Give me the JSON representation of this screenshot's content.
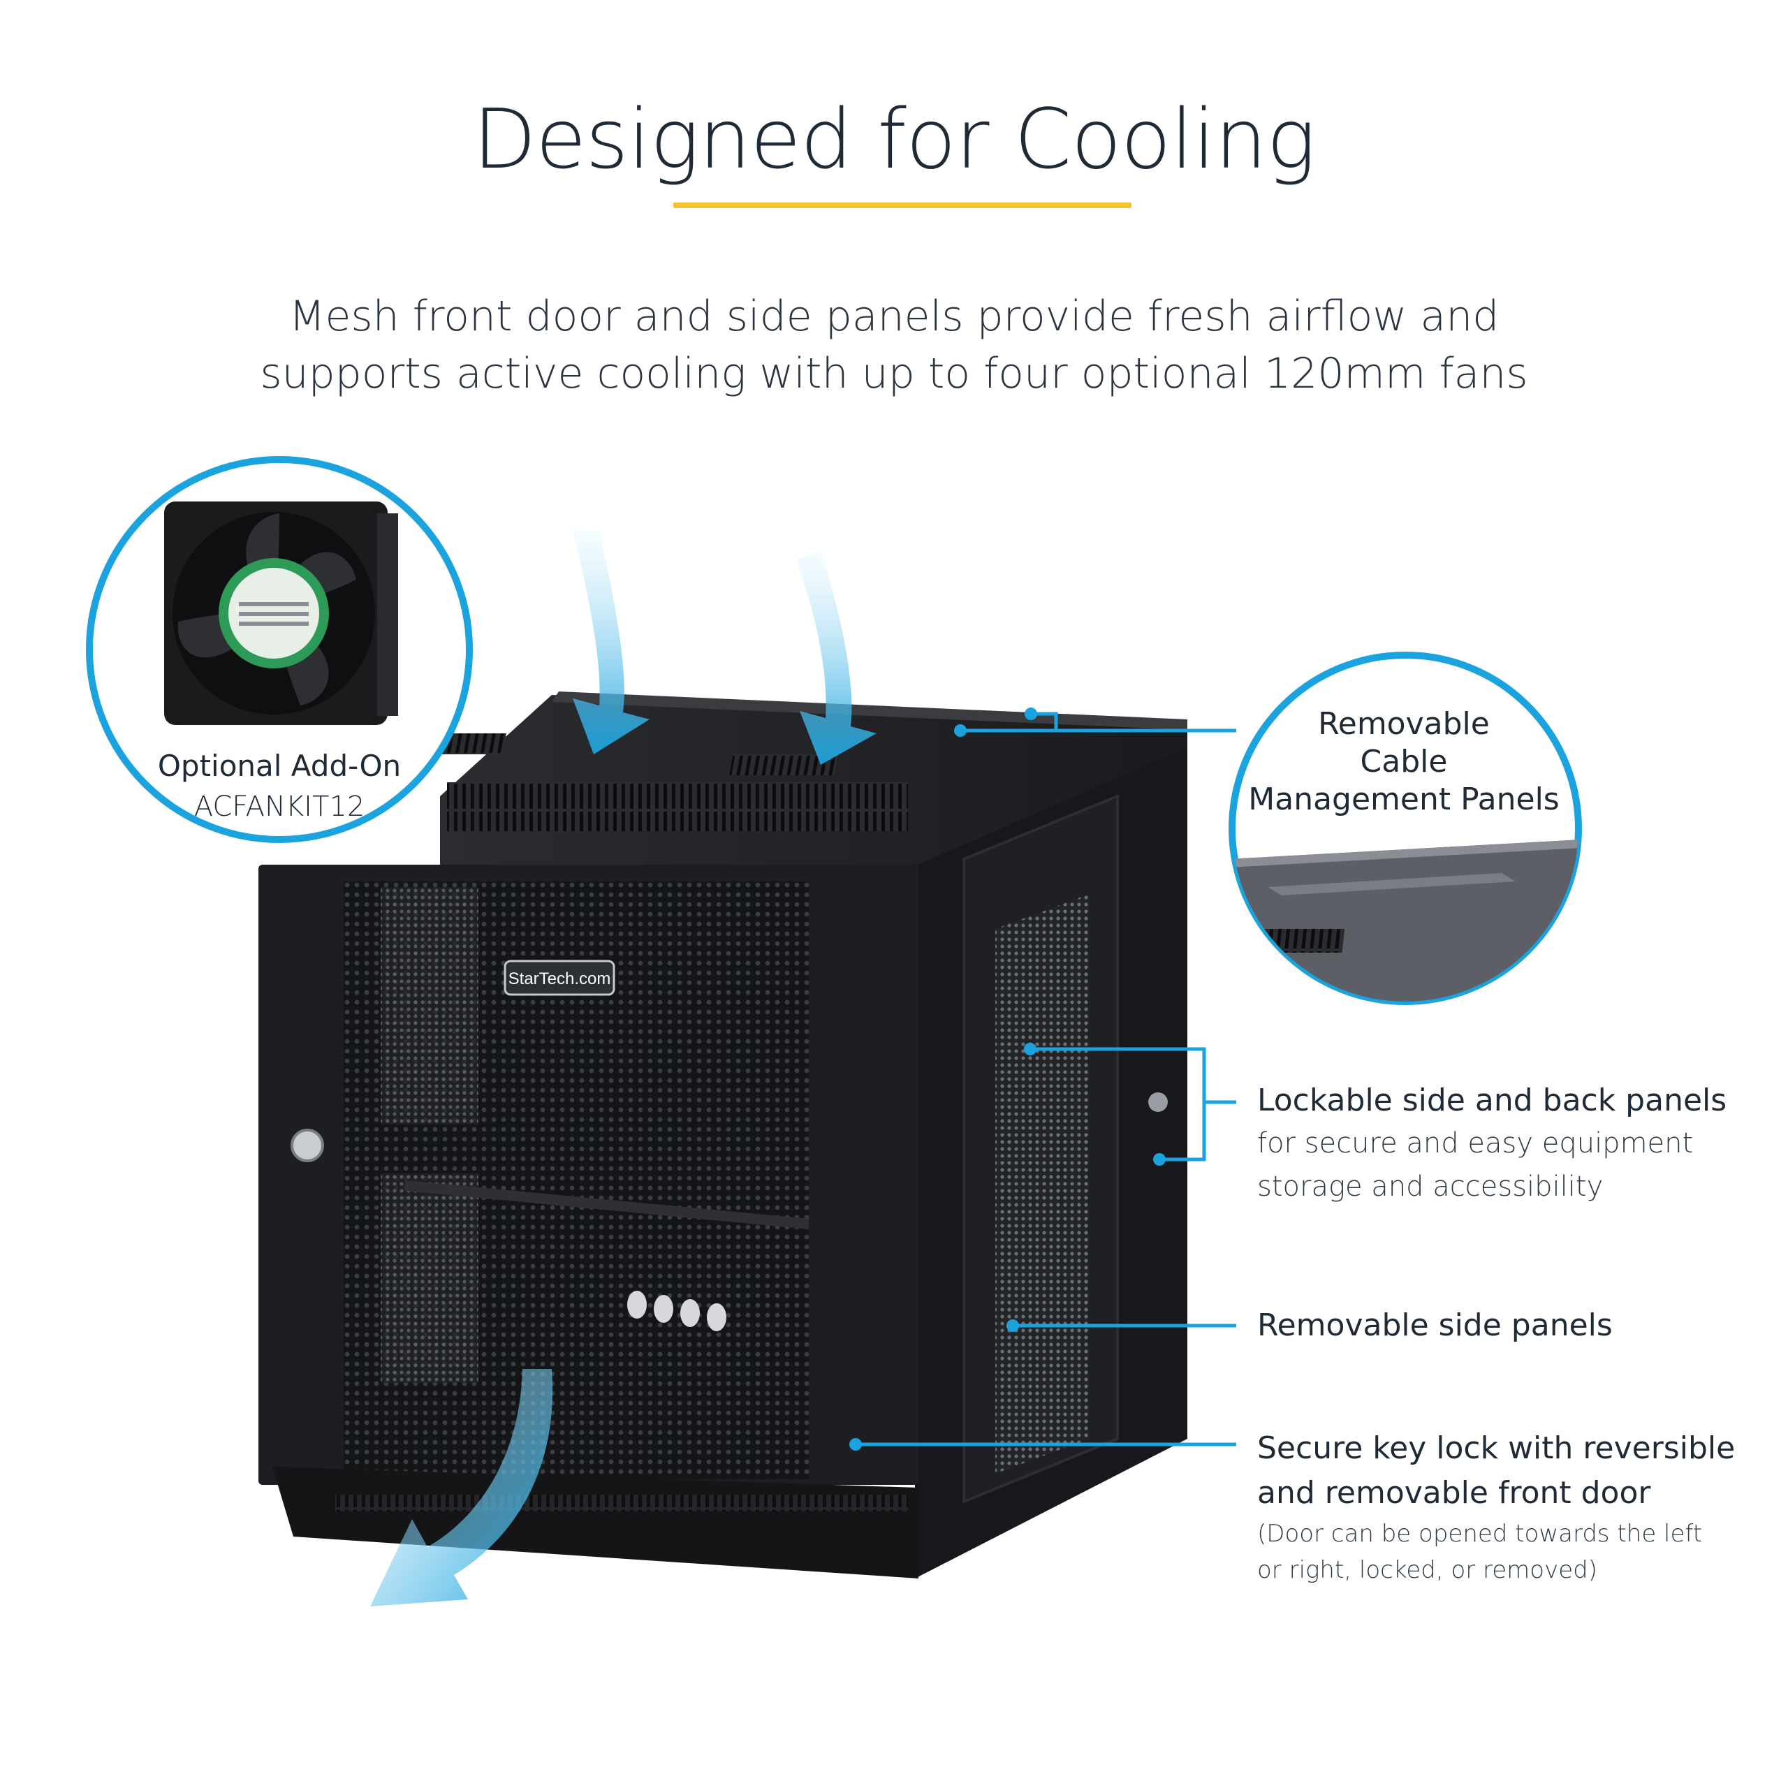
{
  "heading": {
    "title": "Designed for Cooling",
    "subtitle_line1": "Mesh front door and side panels provide fresh airflow and",
    "subtitle_line2": "supports active cooling with up to four optional 120mm fans"
  },
  "fan_inset": {
    "label": "Optional Add-On",
    "code": "ACFANKIT12"
  },
  "callouts": {
    "cable_panels": [
      "Removable",
      "Cable",
      "Management Panels"
    ],
    "lockable_title": "Lockable side and back panels",
    "lockable_line1": "for secure and easy equipment",
    "lockable_line2": "storage and accessibility",
    "removable_side": "Removable side panels",
    "secure_line1": "Secure key lock with reversible",
    "secure_line2": "and removable front door",
    "secure_note1": "(Door can be opened towards the left",
    "secure_note2": "or right, locked, or removed)"
  },
  "brand": {
    "logo_text": "StarTech.com"
  },
  "colors": {
    "accent_blue": "#1aa3de",
    "rule_yellow": "#f2c230",
    "text_dark": "#1f2a36",
    "cabinet_black": "#1b1d20"
  }
}
